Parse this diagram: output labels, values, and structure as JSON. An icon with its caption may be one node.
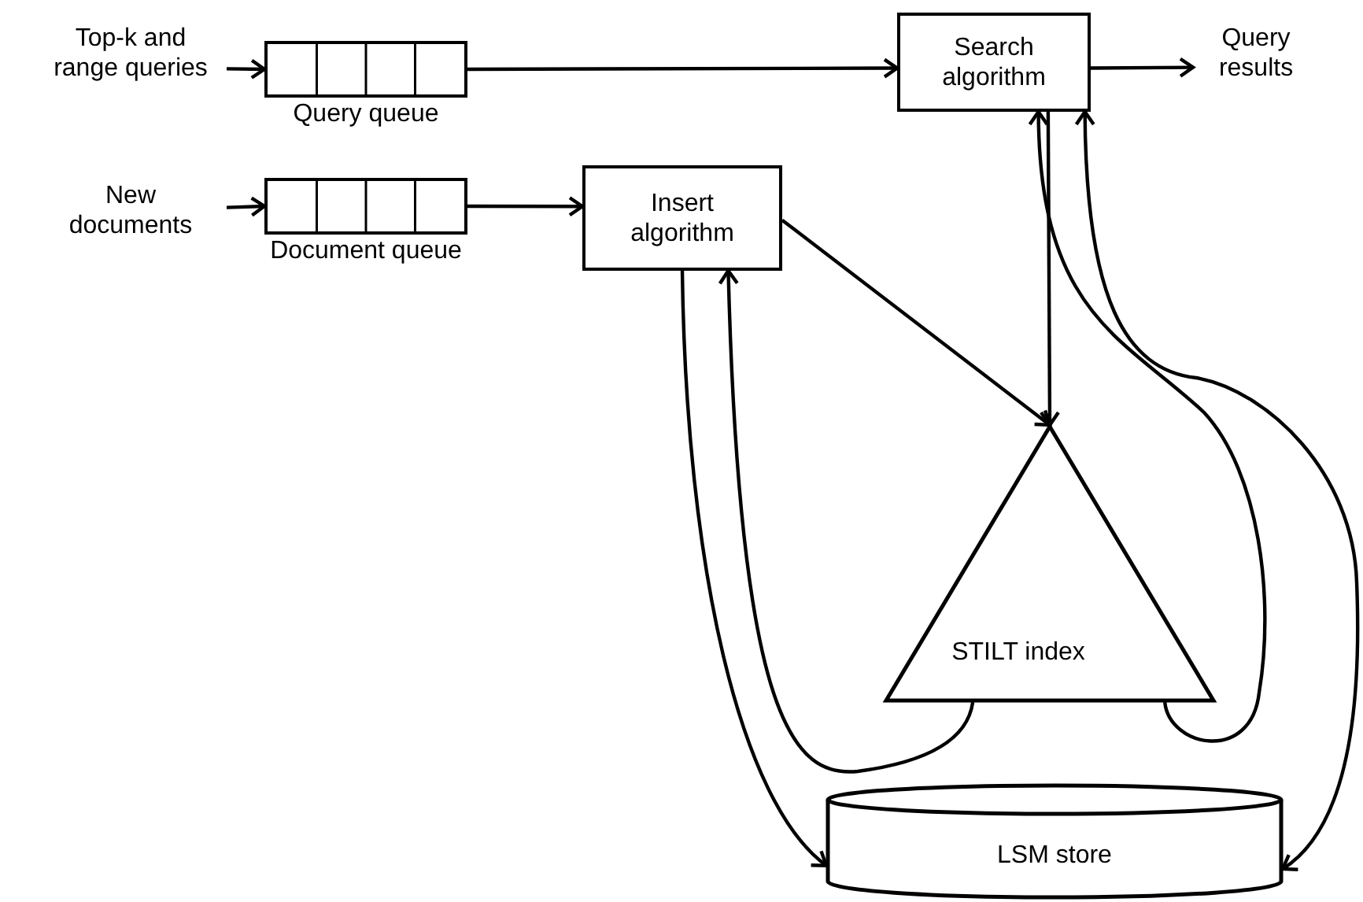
{
  "diagram": {
    "nodes": [
      {
        "text": [
          "Top-k and range queries"
        ]
      },
      {
        "text": [],
        "shape": "box",
        "beside": [
          "Query queue"
        ]
      },
      {
        "text": [
          "New documents"
        ]
      },
      {
        "text": [],
        "shape": "box",
        "beside": [
          "Document queue"
        ]
      },
      {
        "text": [
          "Search algorithm"
        ]
      },
      {
        "text": [
          "Query results"
        ]
      },
      {
        "text": [
          "Insert algorithm"
        ]
      },
      {
        "text": [
          "STILT index"
        ]
      },
      {
        "text": [
          "LSM store"
        ]
      }
    ],
    "edges": [
      {
        "from": 0,
        "to": 1,
        "arrow": "to"
      },
      {
        "from": 1,
        "to": 4,
        "arrow": "to"
      },
      {
        "from": 4,
        "to": 5,
        "arrow": "to"
      },
      {
        "from": 2,
        "to": 3,
        "arrow": "to"
      },
      {
        "from": 3,
        "to": 6,
        "arrow": "to"
      },
      {
        "from": 6,
        "to": 7,
        "arrow": "to"
      },
      {
        "from": 4,
        "to": 7,
        "arrow": "to"
      },
      {
        "from": 7,
        "to": 6,
        "arrow": "to"
      },
      {
        "from": 6,
        "to": 8,
        "arrow": "to"
      },
      {
        "from": 7,
        "to": 4,
        "arrow": "to"
      },
      {
        "from": 4,
        "to": 8,
        "arrow": "both"
      }
    ]
  }
}
